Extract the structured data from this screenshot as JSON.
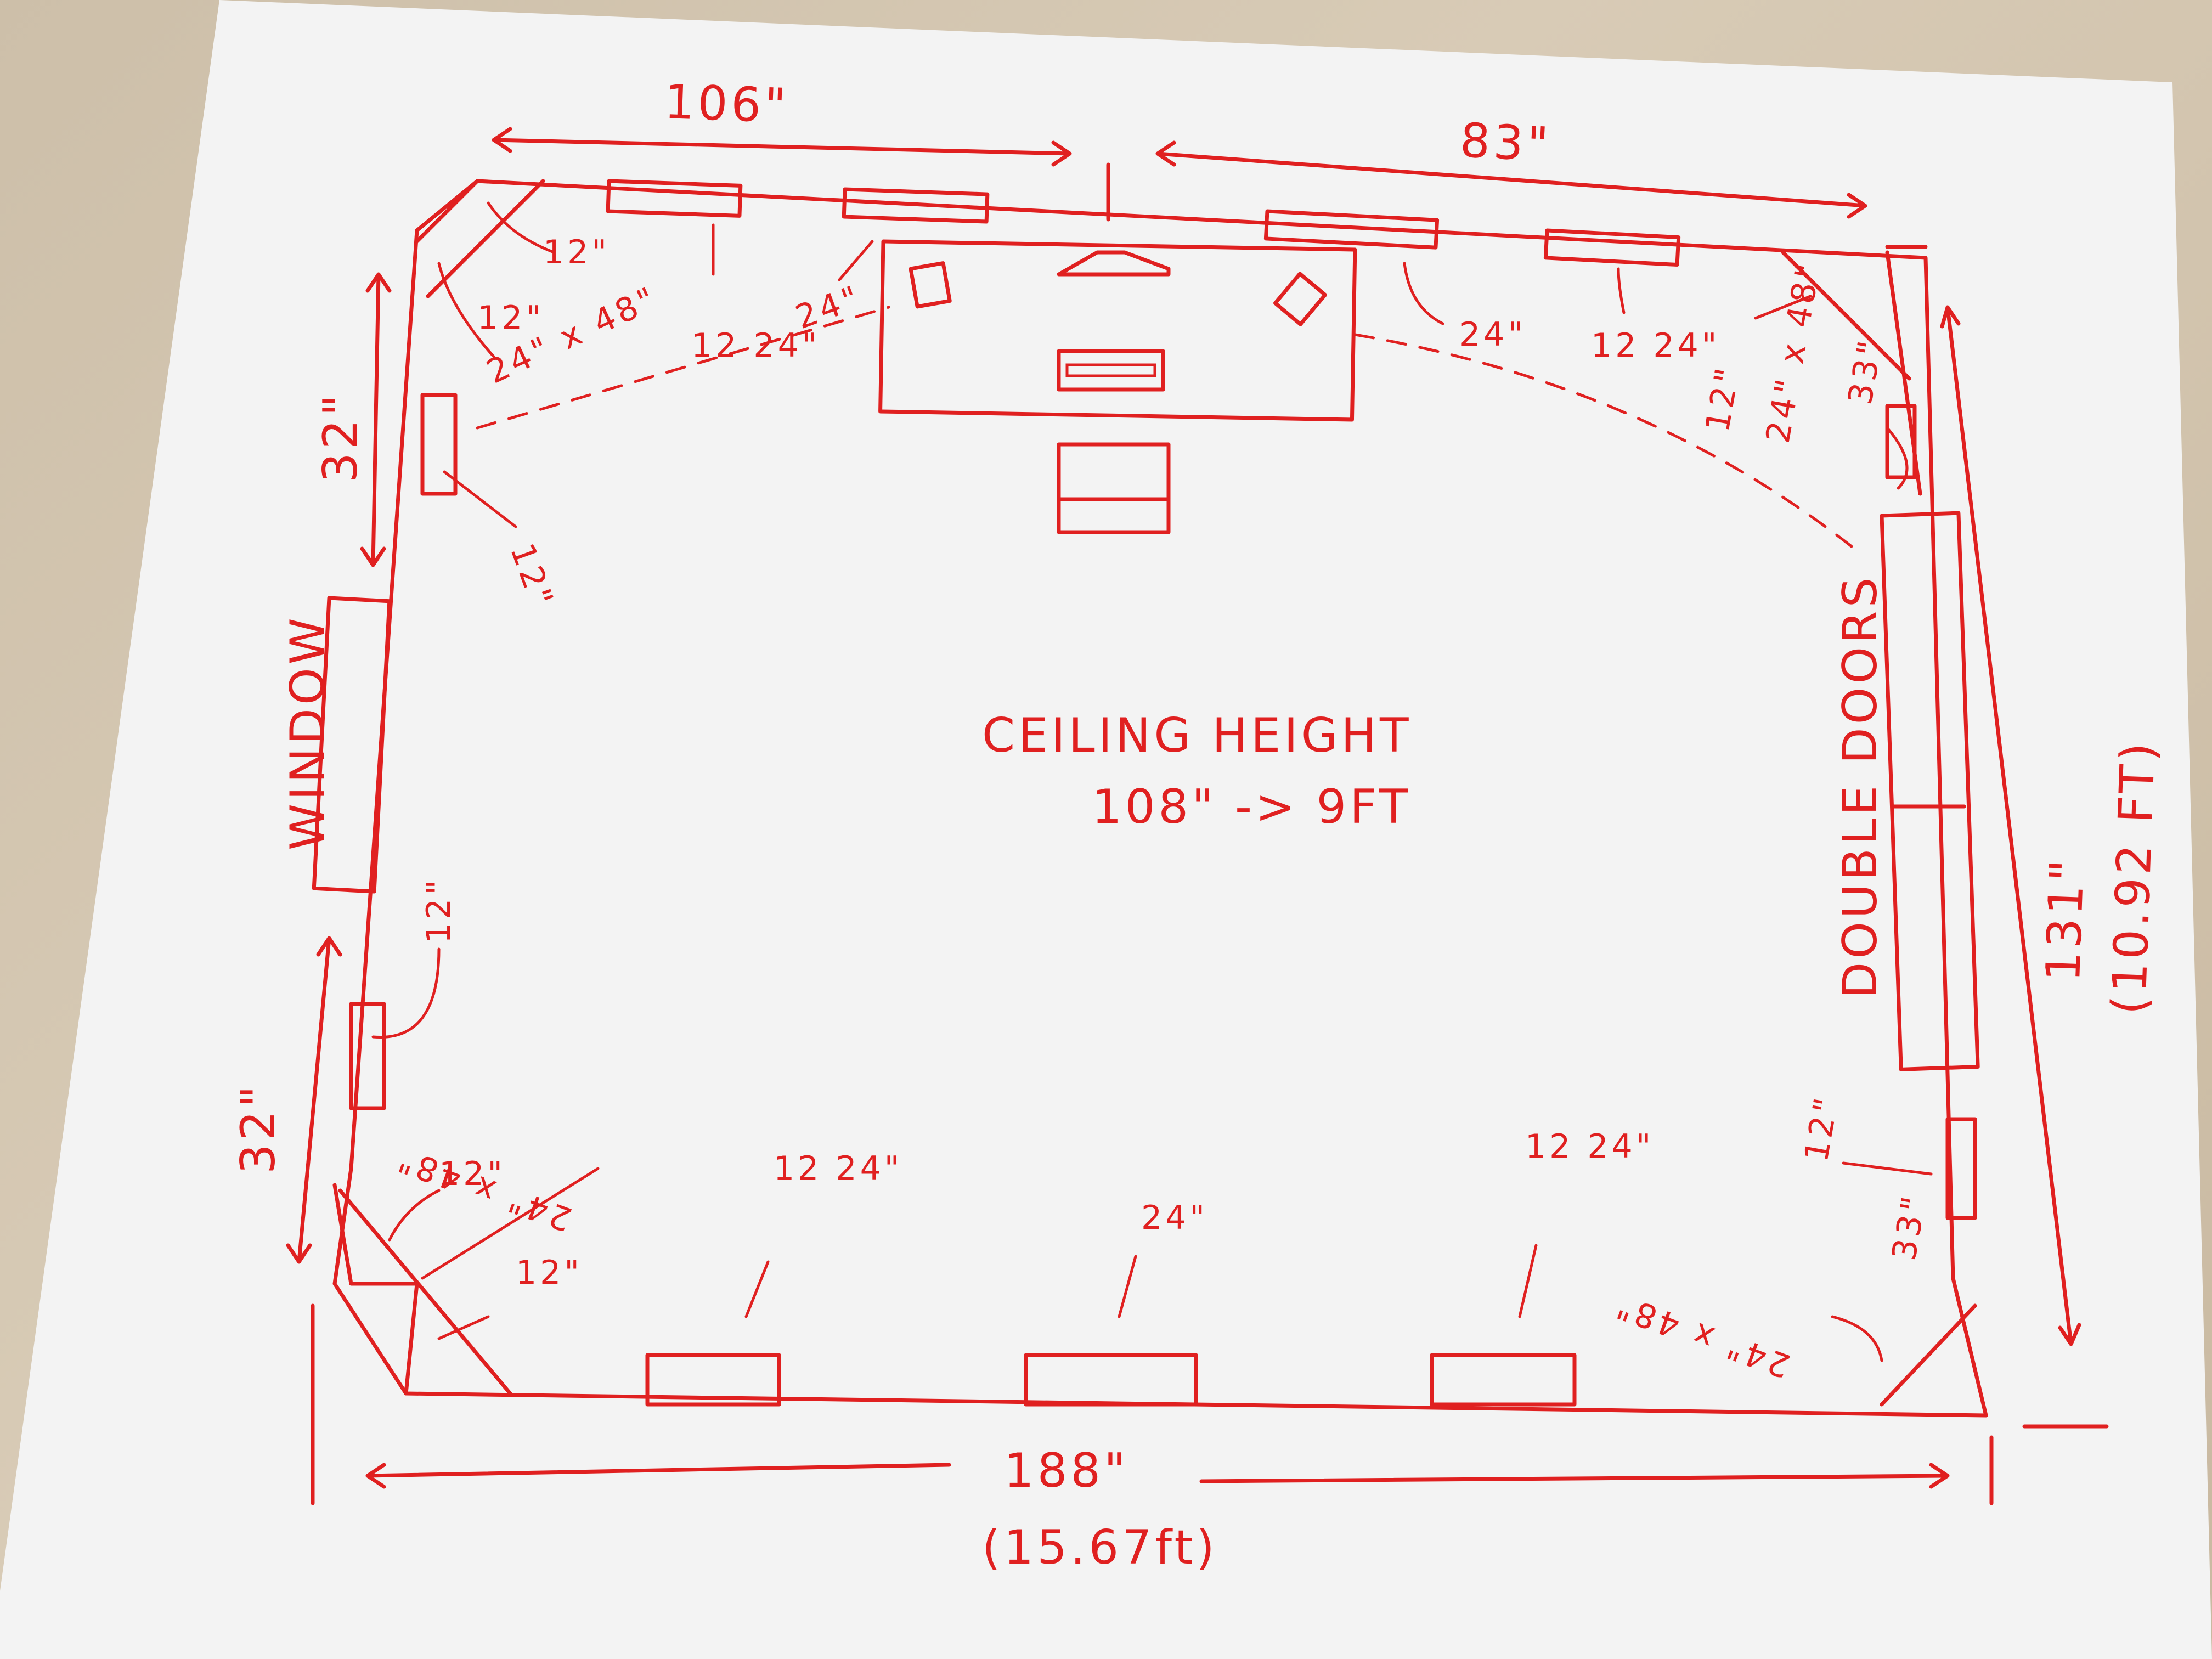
{
  "colors": {
    "ink": "#e02020",
    "paper": "#f4f4f4",
    "background": "#d2c4ae"
  },
  "walls": {
    "top_left_length": "106\"",
    "top_right_length": "83\"",
    "bottom_length": "188\"",
    "bottom_length_ft": "(15.67ft)",
    "right_length": "131\"",
    "right_length_ft": "(10.92 FT)",
    "left_upper_length": "32\"",
    "left_lower_length": "32\""
  },
  "labels": {
    "window": "WINDOW",
    "double_doors": "DOUBLE DOORS",
    "ceiling_height": "CEILING HEIGHT",
    "ceiling_value": "108\" -> 9FT"
  },
  "annotations": {
    "tl_corner_12a": "12\"",
    "tl_corner_12b": "12\"",
    "tl_panel": "24\" x 48\"",
    "tl_wall_24": "12 24\"",
    "tl_wall_24b": "24\"",
    "left_12_upper": "12\"",
    "left_12_lower": "12\"",
    "tr_wall_24": "24\"",
    "tr_wall_12": "12 24\"",
    "tr_corner_12": "12\"",
    "tr_panel": "24\" x 48\"",
    "tr_corner_33": "33\"",
    "bl_corner_12a": "12\"",
    "bl_corner_12b": "12\"",
    "bl_panel": "24\" x 48\"",
    "bottom_12_left": "12 24\"",
    "bottom_24_mid": "24\"",
    "bottom_12_right": "12 24\"",
    "br_corner_12": "12\"",
    "br_corner_33": "33\"",
    "br_panel": "24\" x 48\""
  }
}
